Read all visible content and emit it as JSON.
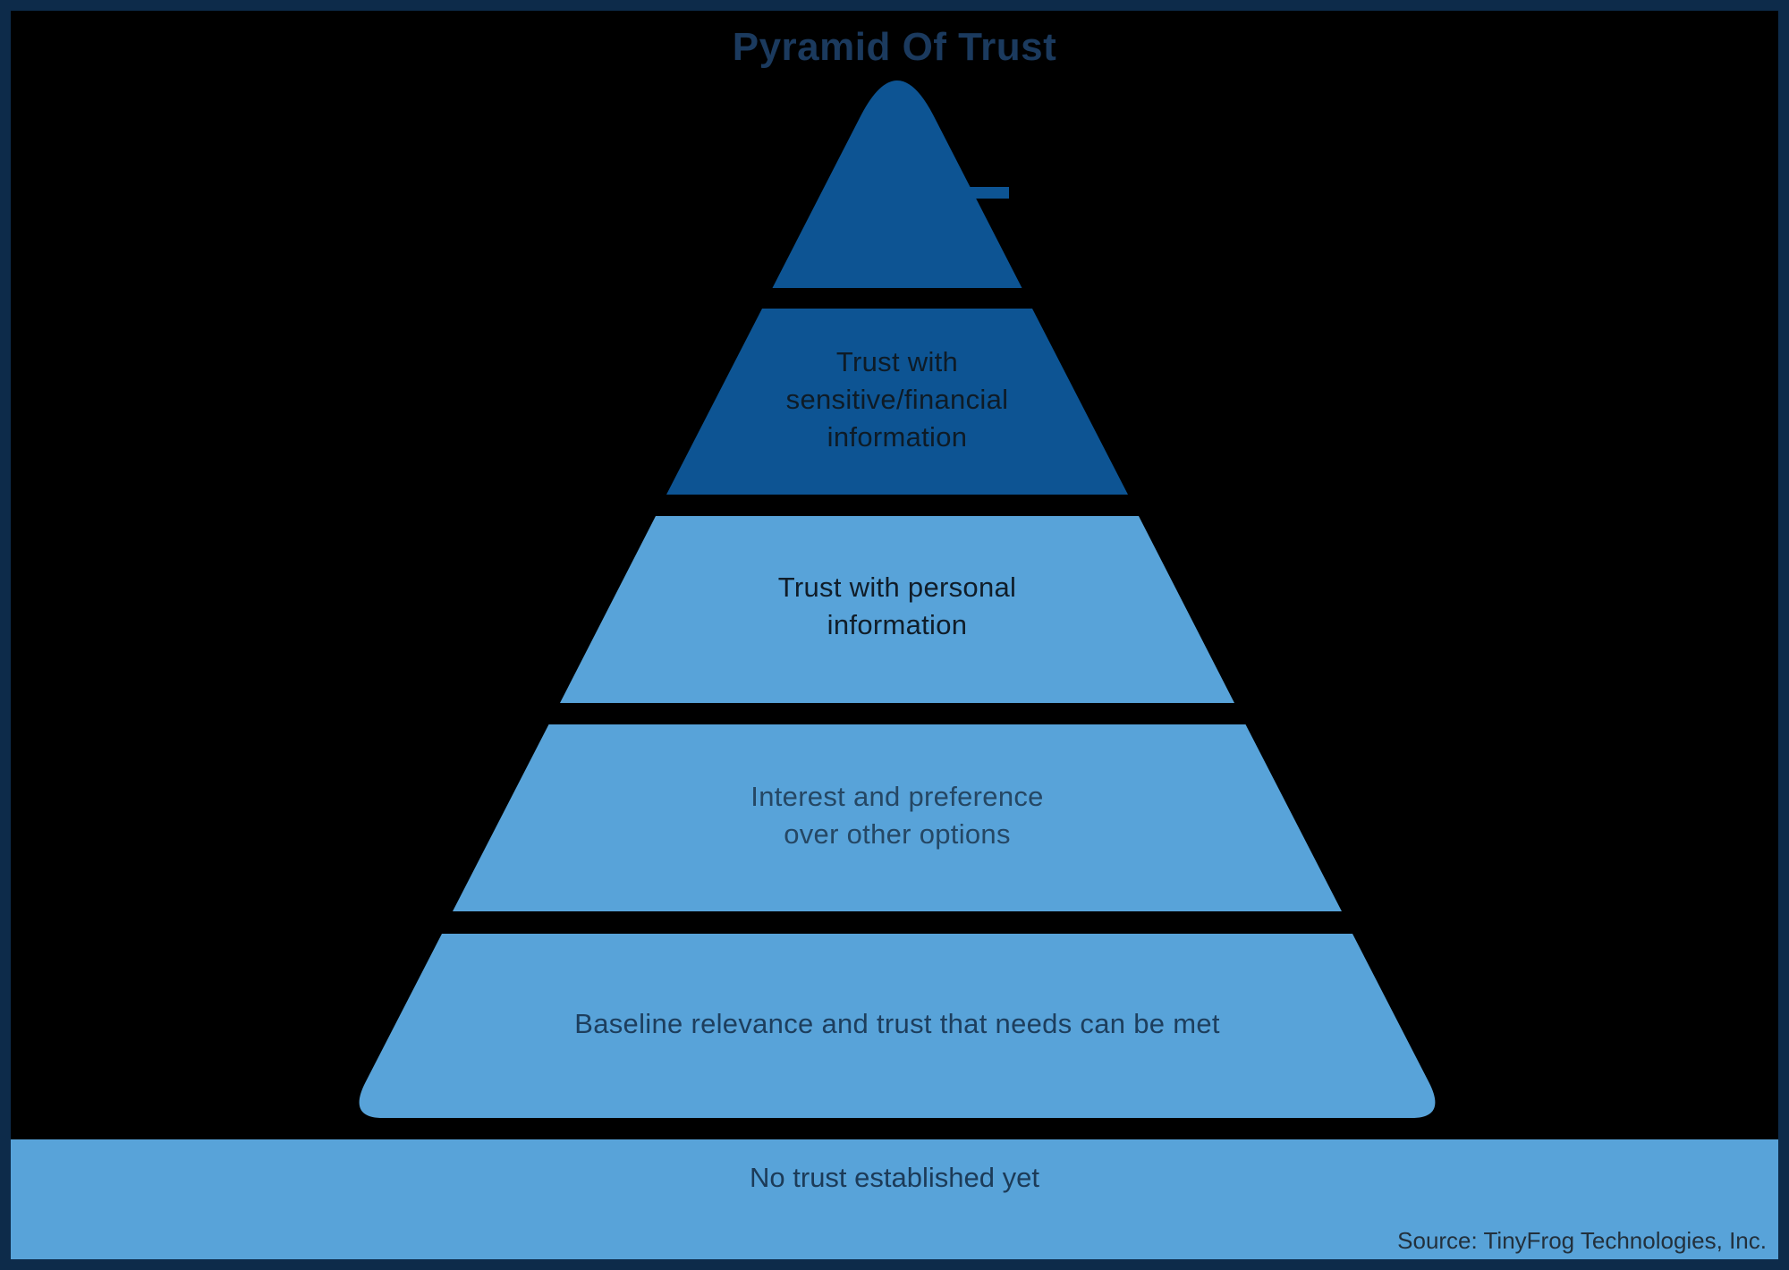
{
  "title": "Pyramid Of Trust",
  "pyramid": {
    "levels": [
      {
        "id": 1,
        "label": "",
        "color": "#0d5493"
      },
      {
        "id": 2,
        "label": "Trust with\nsensitive/financial\ninformation",
        "color": "#0d5493"
      },
      {
        "id": 3,
        "label": "Trust with personal\ninformation",
        "color": "#58a3d9"
      },
      {
        "id": 4,
        "label": "Interest and preference\nover other options",
        "color": "#58a3d9"
      },
      {
        "id": 5,
        "label": "Baseline relevance and trust that needs can be met",
        "color": "#58a3d9"
      }
    ]
  },
  "base_bar": {
    "label": "No trust established yet",
    "color": "#58a3d9"
  },
  "source": "Source: TinyFrog Technologies, Inc.",
  "colors": {
    "dark_blue": "#0d5493",
    "light_blue": "#58a3d9",
    "border_navy": "#0d2b4a",
    "background": "#000000",
    "title_text": "#1b3a5e"
  }
}
